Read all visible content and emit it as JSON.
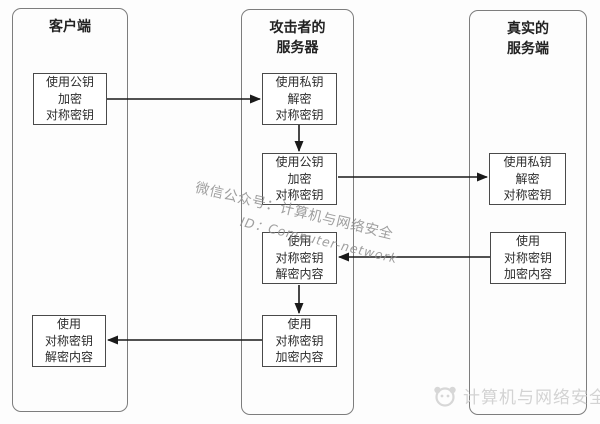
{
  "diagram": {
    "client": {
      "title_lines": [
        "客户端"
      ],
      "box1_lines": [
        "使用公钥",
        "加密",
        "对称密钥"
      ],
      "box2_lines": [
        "使用",
        "对称密钥",
        "解密内容"
      ]
    },
    "attacker": {
      "title_lines": [
        "攻击者的",
        "服务器"
      ],
      "box1_lines": [
        "使用私钥",
        "解密",
        "对称密钥"
      ],
      "box2_lines": [
        "使用公钥",
        "加密",
        "对称密钥"
      ],
      "box3_lines": [
        "使用",
        "对称密钥",
        "解密内容"
      ],
      "box4_lines": [
        "使用",
        "对称密钥",
        "加密内容"
      ]
    },
    "server": {
      "title_lines": [
        "真实的",
        "服务端"
      ],
      "box1_lines": [
        "使用私钥",
        "解密",
        "对称密钥"
      ],
      "box2_lines": [
        "使用",
        "对称密钥",
        "加密内容"
      ]
    }
  },
  "watermark": {
    "diagonal_line1": "微信公众号：计算机与网络安全",
    "diagonal_line2": "ID：Computer-network",
    "brand_text": "计算机与网络安全"
  },
  "colors": {
    "container_border": "#7d7d7d",
    "node_border": "#4a4a4a",
    "arrow": "#1a1a1a",
    "text": "#2b2b2b",
    "watermark_gray": "#8f8f8f",
    "brand_gray": "#d3d3d3",
    "background": "#fdfdfd"
  }
}
